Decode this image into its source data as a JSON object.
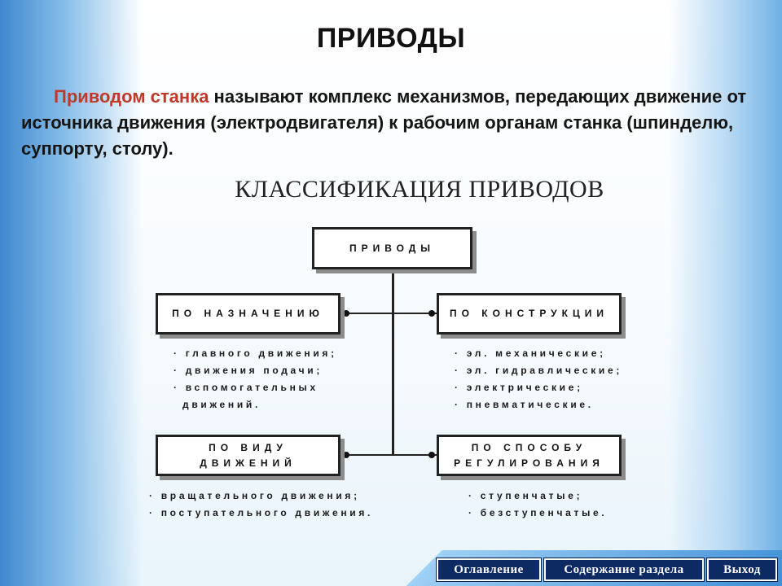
{
  "slide": {
    "title": "ПРИВОДЫ",
    "intro_highlight": "Приводом станка",
    "intro_rest": " называют комплекс механизмов, передающих движение от источника движения (электродвигателя) к рабочим органам станка (шпинделю, суппорту, столу).",
    "subtitle": "КЛАССИФИКАЦИЯ ПРИВОДОВ"
  },
  "diagram": {
    "root": "ПРИВОДЫ",
    "by_purpose": {
      "label": "ПО НАЗНАЧЕНИЮ",
      "items": [
        "главного движения;",
        "движения подачи;",
        "вспомогательных"
      ],
      "continuation": "движений."
    },
    "by_construction": {
      "label": "ПО КОНСТРУКЦИИ",
      "items": [
        "эл. механические;",
        "эл. гидравлические;",
        "электрические;",
        "пневматические."
      ]
    },
    "by_motion": {
      "label": "ПО ВИДУ ДВИЖЕНИЙ",
      "items": [
        "вращательного движения;",
        "поступательного движения."
      ]
    },
    "by_regulation": {
      "label_line1": "ПО СПОСОБУ",
      "label_line2": "РЕГУЛИРОВАНИЯ",
      "items": [
        "ступенчатые;",
        "безступенчатые."
      ]
    }
  },
  "navigation": {
    "contents": "Оглавление",
    "section_contents": "Содержание раздела",
    "exit": "Выход"
  },
  "colors": {
    "highlight": "#c0392b",
    "nav_bg": "#0e2a63",
    "side_gradient": "#3f88cf"
  }
}
